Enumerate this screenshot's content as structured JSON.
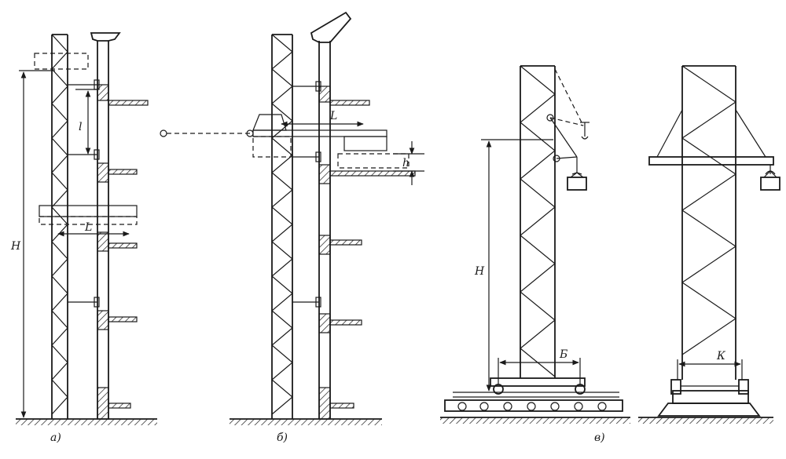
{
  "panels": [
    {
      "id": "a",
      "caption": "а)"
    },
    {
      "id": "b",
      "caption": "б)"
    },
    {
      "id": "c",
      "caption": "в)"
    }
  ],
  "dimensions": {
    "a_height": "H",
    "a_step": "l",
    "a_reach": "L",
    "b_reach": "L",
    "b_lift": "h",
    "c_height": "H",
    "c_base": "Б",
    "c_track": "К"
  }
}
